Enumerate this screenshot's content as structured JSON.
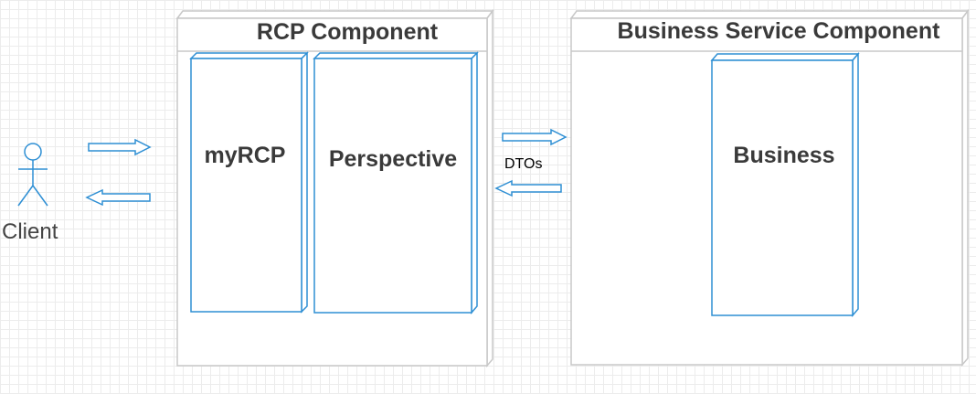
{
  "diagram": {
    "rcp_node": {
      "title": "RCP Component",
      "components": [
        {
          "label": "myRCP"
        },
        {
          "label": "Perspective"
        }
      ]
    },
    "business_node": {
      "title": "Business Service Component",
      "components": [
        {
          "label": "Business"
        }
      ]
    },
    "actor": {
      "label": "Client"
    },
    "connector_label": "DTOs"
  },
  "colors": {
    "node_border": "#c8c8c8",
    "component_border": "#2e8fd4",
    "arrow_stroke": "#2e8fd4",
    "actor_stroke": "#2e8fd4",
    "text": "#3a3a3a",
    "grid": "#ececec"
  }
}
